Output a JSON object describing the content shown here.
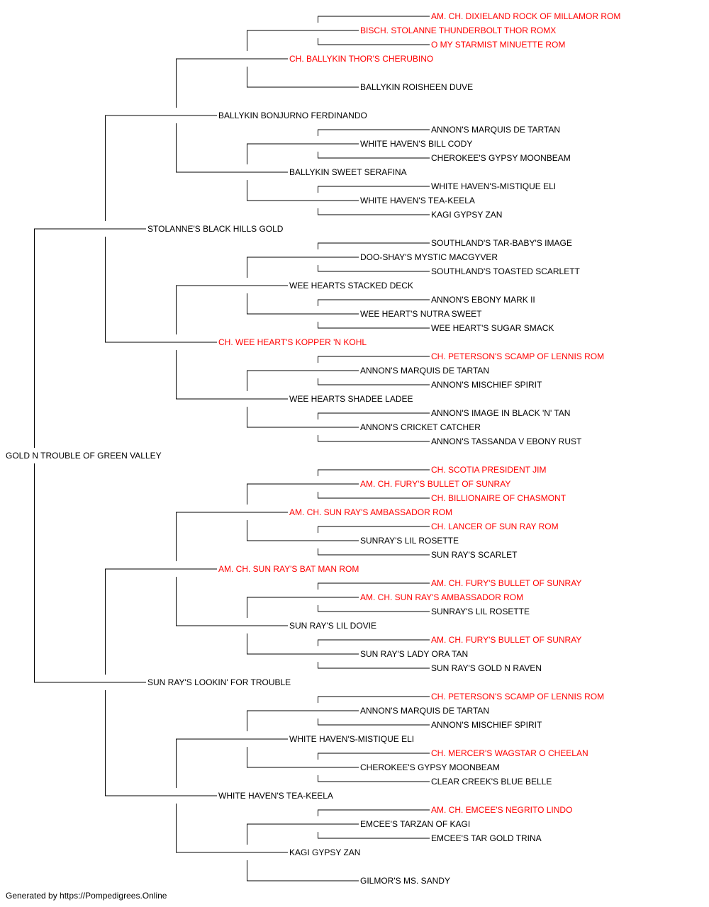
{
  "colors": {
    "champion": "#ff0000",
    "normal": "#000000",
    "connector": "#000000"
  },
  "footer": "Generated by https://Pompedigrees.Online",
  "pedigree": {
    "name": "GOLD N TROUBLE OF GREEN VALLEY",
    "champion": false,
    "sire": {
      "name": "STOLANNE'S BLACK HILLS GOLD",
      "champion": false,
      "sire": {
        "name": "BALLYKIN BONJURNO FERDINANDO",
        "champion": false,
        "sire": {
          "name": "CH. BALLYKIN THOR'S CHERUBINO",
          "champion": true,
          "sire": {
            "name": "BISCH. STOLANNE THUNDERBOLT THOR ROMX",
            "champion": true,
            "sire": {
              "name": "AM. CH. DIXIELAND ROCK OF MILLAMOR ROM",
              "champion": true
            },
            "dam": {
              "name": "O MY STARMIST MINUETTE ROM",
              "champion": true
            }
          },
          "dam": {
            "name": "BALLYKIN ROISHEEN DUVE",
            "champion": false
          }
        },
        "dam": {
          "name": "BALLYKIN SWEET SERAFINA",
          "champion": false,
          "sire": {
            "name": "WHITE HAVEN'S BILL CODY",
            "champion": false,
            "sire": {
              "name": "ANNON'S MARQUIS DE TARTAN",
              "champion": false
            },
            "dam": {
              "name": "CHEROKEE'S GYPSY MOONBEAM",
              "champion": false
            }
          },
          "dam": {
            "name": "WHITE HAVEN'S TEA-KEELA",
            "champion": false,
            "sire": {
              "name": "WHITE HAVEN'S-MISTIQUE ELI",
              "champion": false
            },
            "dam": {
              "name": "KAGI GYPSY ZAN",
              "champion": false
            }
          }
        }
      },
      "dam": {
        "name": "CH. WEE HEART'S KOPPER 'N KOHL",
        "champion": true,
        "sire": {
          "name": "WEE HEARTS STACKED DECK",
          "champion": false,
          "sire": {
            "name": "DOO-SHAY'S MYSTIC MACGYVER",
            "champion": false,
            "sire": {
              "name": "SOUTHLAND'S TAR-BABY'S IMAGE",
              "champion": false
            },
            "dam": {
              "name": "SOUTHLAND'S TOASTED SCARLETT",
              "champion": false
            }
          },
          "dam": {
            "name": "WEE HEART'S NUTRA SWEET",
            "champion": false,
            "sire": {
              "name": "ANNON'S EBONY MARK II",
              "champion": false
            },
            "dam": {
              "name": "WEE HEART'S SUGAR SMACK",
              "champion": false
            }
          }
        },
        "dam": {
          "name": "WEE HEARTS SHADEE LADEE",
          "champion": false,
          "sire": {
            "name": "ANNON'S MARQUIS DE TARTAN",
            "champion": false,
            "sire": {
              "name": "CH. PETERSON'S SCAMP OF LENNIS ROM",
              "champion": true
            },
            "dam": {
              "name": "ANNON'S MISCHIEF SPIRIT",
              "champion": false
            }
          },
          "dam": {
            "name": "ANNON'S CRICKET CATCHER",
            "champion": false,
            "sire": {
              "name": "ANNON'S IMAGE IN BLACK 'N' TAN",
              "champion": false
            },
            "dam": {
              "name": "ANNON'S TASSANDA V EBONY RUST",
              "champion": false
            }
          }
        }
      }
    },
    "dam": {
      "name": "SUN RAY'S LOOKIN' FOR TROUBLE",
      "champion": false,
      "sire": {
        "name": "AM. CH. SUN RAY'S BAT MAN ROM",
        "champion": true,
        "sire": {
          "name": "AM. CH. SUN RAY'S AMBASSADOR ROM",
          "champion": true,
          "sire": {
            "name": "AM. CH. FURY'S BULLET OF SUNRAY",
            "champion": true,
            "sire": {
              "name": "CH. SCOTIA PRESIDENT JIM",
              "champion": true
            },
            "dam": {
              "name": "CH. BILLIONAIRE OF CHASMONT",
              "champion": true
            }
          },
          "dam": {
            "name": "SUNRAY'S LIL ROSETTE",
            "champion": false,
            "sire": {
              "name": "CH. LANCER OF SUN RAY ROM",
              "champion": true
            },
            "dam": {
              "name": "SUN RAY'S SCARLET",
              "champion": false
            }
          }
        },
        "dam": {
          "name": "SUN RAY'S LIL DOVIE",
          "champion": false,
          "sire": {
            "name": "AM. CH. SUN RAY'S AMBASSADOR ROM",
            "champion": true,
            "sire": {
              "name": "AM. CH. FURY'S BULLET OF SUNRAY",
              "champion": true
            },
            "dam": {
              "name": "SUNRAY'S LIL ROSETTE",
              "champion": false
            }
          },
          "dam": {
            "name": "SUN RAY'S LADY ORA TAN",
            "champion": false,
            "sire": {
              "name": "AM. CH. FURY'S BULLET OF SUNRAY",
              "champion": true
            },
            "dam": {
              "name": "SUN RAY'S GOLD N RAVEN",
              "champion": false
            }
          }
        }
      },
      "dam": {
        "name": "WHITE HAVEN'S TEA-KEELA",
        "champion": false,
        "sire": {
          "name": "WHITE HAVEN'S-MISTIQUE ELI",
          "champion": false,
          "sire": {
            "name": "ANNON'S MARQUIS DE TARTAN",
            "champion": false,
            "sire": {
              "name": "CH. PETERSON'S SCAMP OF LENNIS ROM",
              "champion": true
            },
            "dam": {
              "name": "ANNON'S MISCHIEF SPIRIT",
              "champion": false
            }
          },
          "dam": {
            "name": "CHEROKEE'S GYPSY MOONBEAM",
            "champion": false,
            "sire": {
              "name": "CH. MERCER'S WAGSTAR O CHEELAN",
              "champion": true
            },
            "dam": {
              "name": "CLEAR CREEK'S BLUE BELLE",
              "champion": false
            }
          }
        },
        "dam": {
          "name": "KAGI GYPSY ZAN",
          "champion": false,
          "sire": {
            "name": "EMCEE'S TARZAN OF KAGI",
            "champion": false,
            "sire": {
              "name": "AM. CH. EMCEE'S NEGRITO LINDO",
              "champion": true
            },
            "dam": {
              "name": "EMCEE'S TAR GOLD TRINA",
              "champion": false
            }
          },
          "dam": {
            "name": "GILMOR'S MS. SANDY",
            "champion": false
          }
        }
      }
    }
  }
}
